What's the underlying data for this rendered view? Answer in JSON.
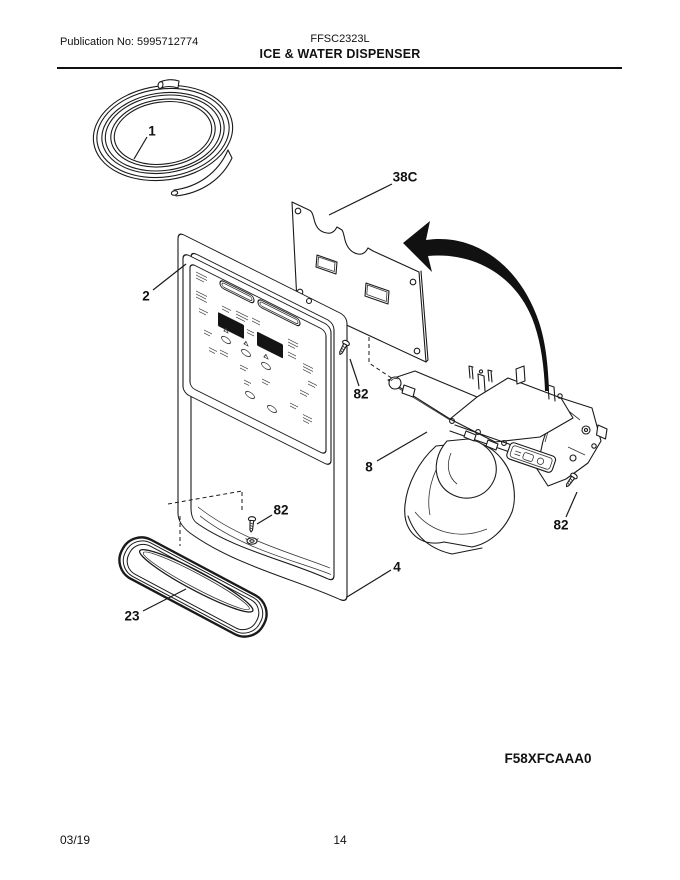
{
  "header": {
    "publication_no": "Publication No: 5995712774",
    "model": "FFSC2323L",
    "title": "ICE & WATER DISPENSER"
  },
  "diagram": {
    "part_code": "F58XFCAAA0",
    "callouts": {
      "water_tube_coil": "1",
      "control_panel": "2",
      "cover_plate": "38C",
      "screw_top": "82",
      "dispenser_module": "8",
      "screw_right": "82",
      "screw_middle": "82",
      "door_panel": "4",
      "drip_tray": "23"
    }
  },
  "footer": {
    "date": "03/19",
    "page_number": "14"
  }
}
